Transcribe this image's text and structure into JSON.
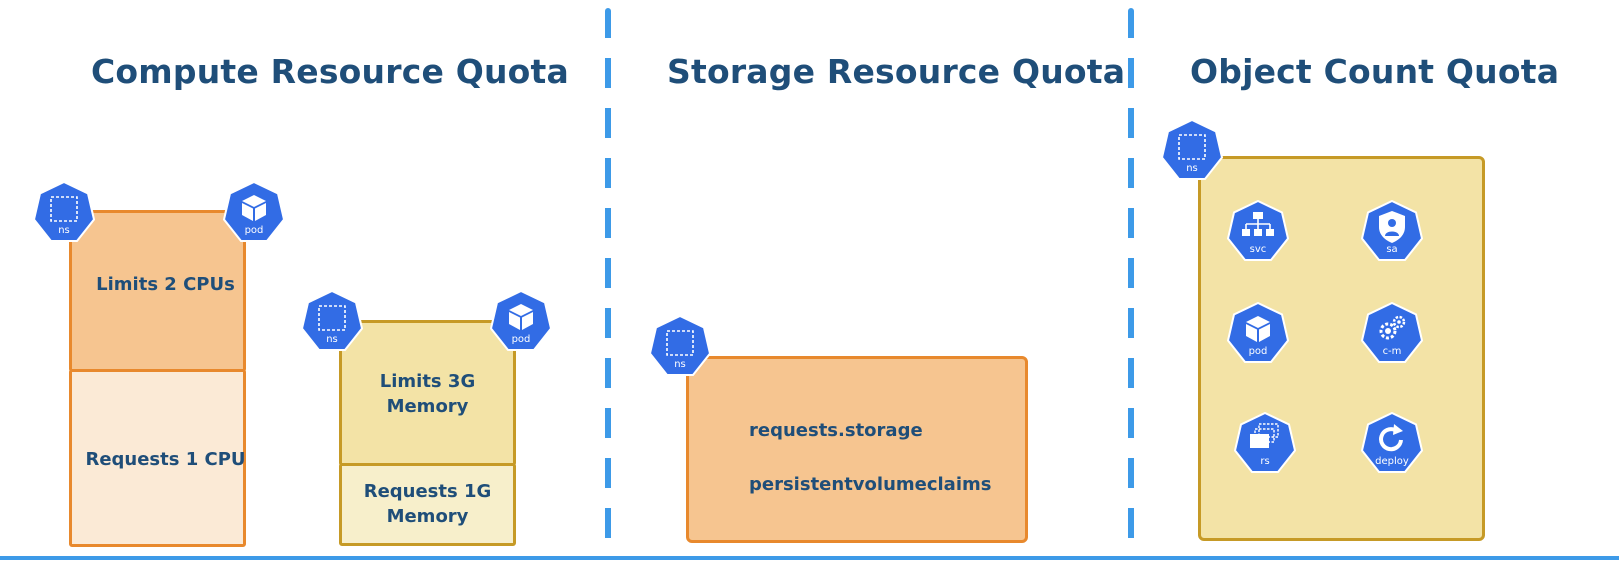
{
  "titles": {
    "compute": "Compute Resource Quota",
    "storage": "Storage Resource Quota",
    "object": "Object Count Quota"
  },
  "compute": {
    "cpu_limits": "Limits 2 CPUs",
    "cpu_requests": "Requests 1 CPU",
    "mem_limits_line1": "Limits 3G",
    "mem_limits_line2": "Memory",
    "mem_requests_line1": "Requests 1G",
    "mem_requests_line2": "Memory"
  },
  "storage": {
    "requests_storage": "requests.storage",
    "pvc": "persistentvolumeclaims"
  },
  "icons": {
    "ns": "ns",
    "pod": "pod",
    "svc": "svc",
    "sa": "sa",
    "cm": "c-m",
    "rs": "rs",
    "deploy": "deploy"
  },
  "colors": {
    "title": "#1f4e79",
    "icon_blue": "#326ce5",
    "divider_blue": "#3d9ae8",
    "orange_fill": "#f6c590",
    "orange_border": "#e8892d",
    "light_orange_fill": "#fbead6",
    "yellow_fill": "#f3e3a6",
    "yellow_border": "#c69a26",
    "light_yellow_fill": "#f7efcb"
  }
}
